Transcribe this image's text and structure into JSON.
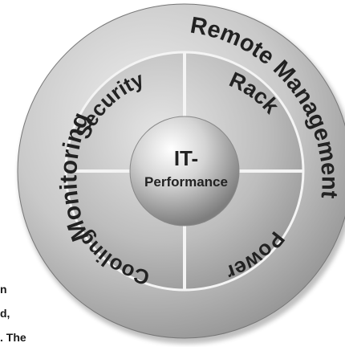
{
  "diagram": {
    "center": {
      "line1": "IT-",
      "line2": "Performance"
    },
    "inner_segments": [
      "Security",
      "Rack",
      "Power",
      "Cooling"
    ],
    "outer_labels": [
      "Monitoring",
      "Remote Management"
    ],
    "colors": {
      "ring_light": "#e4e4e4",
      "ring_mid": "#b5b5b5",
      "ring_dark": "#7d7d7d",
      "text": "#1f1f1f",
      "divider": "#f4f4f4"
    }
  },
  "text_fragments": [
    "n",
    "d,",
    ". The"
  ]
}
